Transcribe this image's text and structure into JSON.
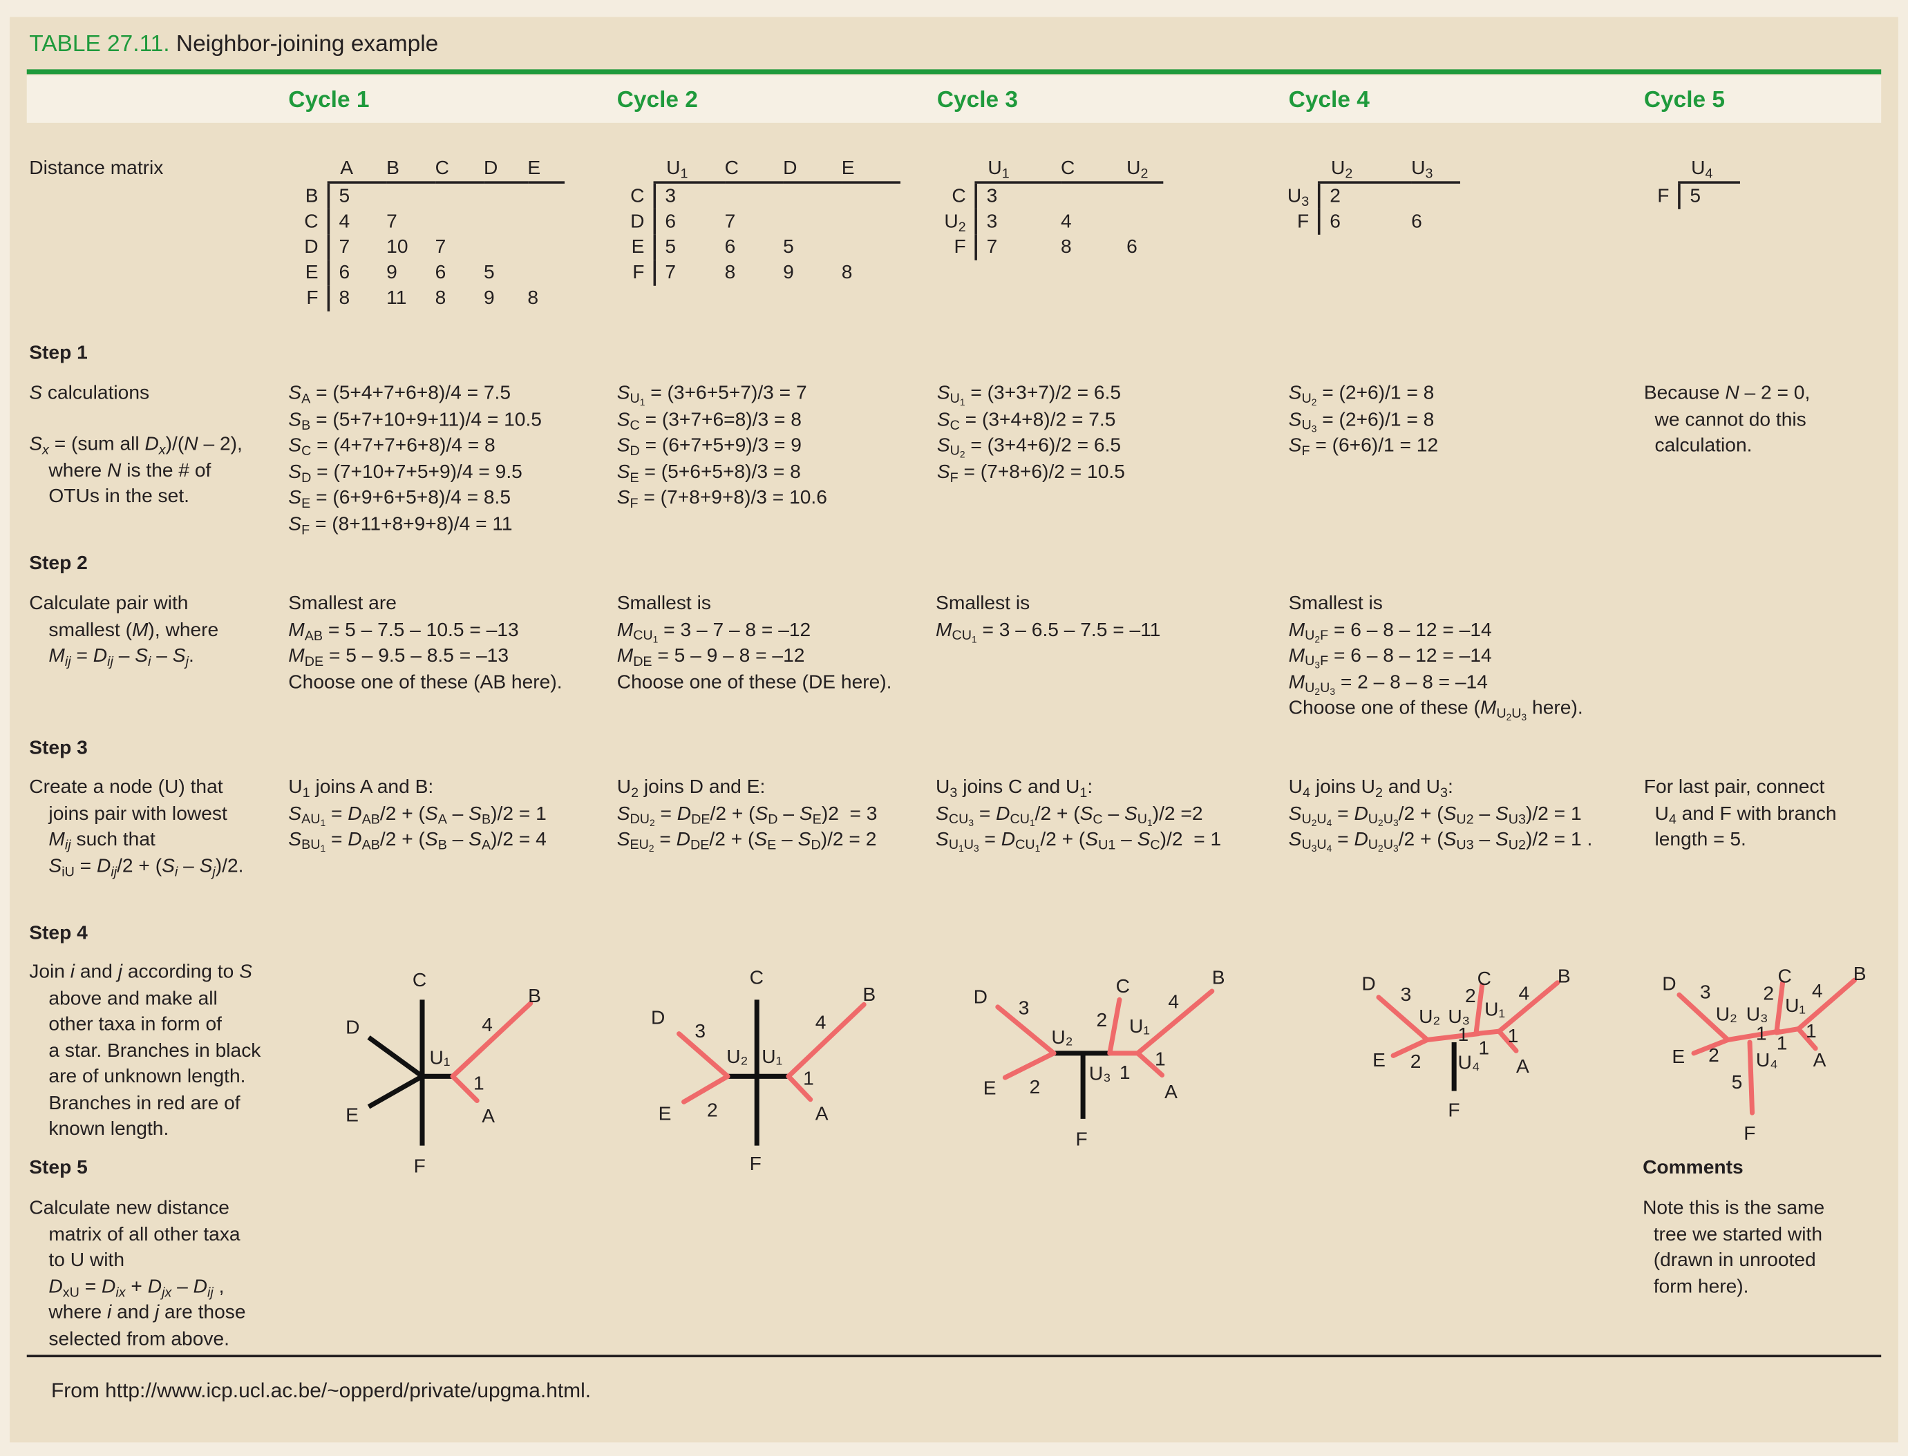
{
  "title": {
    "number": "TABLE 27.11.",
    "text": "Neighbor-joining example"
  },
  "cycles": [
    "Cycle 1",
    "Cycle 2",
    "Cycle 3",
    "Cycle 4",
    "Cycle 5"
  ],
  "rows": {
    "distance_matrix": "Distance matrix",
    "step1": "Step 1",
    "step1_text": "<i>S</i> calculations",
    "step1_note": [
      "<i>S<sub>x</sub></i> = (sum all <i>D<sub>x</sub></i>)/(<i>N</i> – 2),",
      "where <i>N</i> is the # of",
      "OTUs in the set."
    ],
    "step2": "Step 2",
    "step2_text": [
      "Calculate pair with",
      "smallest (<i>M</i>), where",
      "<i>M<sub>ij</sub></i> = <i>D<sub>ij</sub></i> – <i>S<sub>i</sub></i> – <i>S<sub>j</sub></i>."
    ],
    "step3": "Step 3",
    "step3_text": [
      "Create a node (U) that",
      "joins pair with lowest",
      "<i>M<sub>ij</sub></i> such that",
      "<i>S</i><sub>iU</sub> = <i>D<sub>ij</sub></i>/2 + (<i>S<sub>i</sub></i> – <i>S<sub>j</sub></i>)/2."
    ],
    "step4": "Step 4",
    "step4_text": [
      "Join <i>i</i> and <i>j</i> according to <i>S</i>",
      "above and make all",
      "other taxa in form of",
      "a star. Branches in black",
      "are of unknown length.",
      "Branches in red are of",
      "known length."
    ],
    "step5": "Step 5",
    "step5_text": [
      "Calculate new distance",
      "matrix of all other taxa",
      "to U with",
      "<i>D</i><sub>xU</sub> = <i>D<sub>ix</sub></i> + <i>D<sub>jx</sub></i> – <i>D<sub>ij</sub></i> ,",
      "where <i>i</i> and <i>j</i> are those",
      "selected from above."
    ]
  },
  "matrices": [
    {
      "cols": [
        "A",
        "B",
        "C",
        "D",
        "E"
      ],
      "rows": [
        [
          "B",
          "5"
        ],
        [
          "C",
          "4",
          "7"
        ],
        [
          "D",
          "7",
          "10",
          "7"
        ],
        [
          "E",
          "6",
          "9",
          "6",
          "5"
        ],
        [
          "F",
          "8",
          "11",
          "8",
          "9",
          "8"
        ]
      ]
    },
    {
      "cols": [
        "U<sub>1</sub>",
        "C",
        "D",
        "E"
      ],
      "rows": [
        [
          "C",
          "3"
        ],
        [
          "D",
          "6",
          "7"
        ],
        [
          "E",
          "5",
          "6",
          "5"
        ],
        [
          "F",
          "7",
          "8",
          "9",
          "8"
        ]
      ]
    },
    {
      "cols": [
        "U<sub>1</sub>",
        "C",
        "U<sub>2</sub>"
      ],
      "rows": [
        [
          "C",
          "3"
        ],
        [
          "U<sub>2</sub>",
          "3",
          "4"
        ],
        [
          "F",
          "7",
          "8",
          "6"
        ]
      ]
    },
    {
      "cols": [
        "U<sub>2</sub>",
        "U<sub>3</sub>"
      ],
      "rows": [
        [
          "U<sub>3</sub>",
          "2"
        ],
        [
          "F",
          "6",
          "6"
        ]
      ]
    },
    {
      "cols": [
        "U<sub>4</sub>"
      ],
      "rows": [
        [
          "F",
          "5"
        ]
      ]
    }
  ],
  "step1": [
    [
      "<i>S</i><sub>A</sub> = (5+4+7+6+8)/4 = 7.5",
      "<i>S</i><sub>B</sub> = (5+7+10+9+11)/4 = 10.5",
      "<i>S</i><sub>C</sub> = (4+7+7+6+8)/4 = 8",
      "<i>S</i><sub>D</sub> = (7+10+7+5+9)/4 = 9.5",
      "<i>S</i><sub>E</sub> = (6+9+6+5+8)/4 = 8.5",
      "<i>S</i><sub>F</sub> = (8+11+8+9+8)/4 = 11"
    ],
    [
      "<i>S</i><sub>U<sub>1</sub></sub> = (3+6+5+7)/3 = 7",
      "<i>S</i><sub>C</sub> = (3+7+6=8)/3 = 8",
      "<i>S</i><sub>D</sub> = (6+7+5+9)/3 = 9",
      "<i>S</i><sub>E</sub> = (5+6+5+8)/3 = 8",
      "<i>S</i><sub>F</sub> = (7+8+9+8)/3 = 10.6"
    ],
    [
      "<i>S</i><sub>U<sub>1</sub></sub> = (3+3+7)/2 = 6.5",
      "<i>S</i><sub>C</sub> = (3+4+8)/2 = 7.5",
      "<i>S</i><sub>U<sub>2</sub></sub> = (3+4+6)/2 = 6.5",
      "<i>S</i><sub>F</sub> = (7+8+6)/2 = 10.5"
    ],
    [
      "<i>S</i><sub>U<sub>2</sub></sub> = (2+6)/1 = 8",
      "<i>S</i><sub>U<sub>3</sub></sub> = (2+6)/1 = 8",
      "<i>S</i><sub>F</sub> =  (6+6)/1 = 12"
    ],
    [
      "Because <i>N</i> – 2 = 0,",
      "&nbsp;&nbsp;we cannot do this",
      "&nbsp;&nbsp;calculation."
    ]
  ],
  "step2": [
    [
      "Smallest are",
      "<i>M</i><sub>AB</sub> = 5 – 7.5 – 10.5 = –13",
      "<i>M</i><sub>DE</sub> = 5 – 9.5 – 8.5 = –13",
      "Choose one of these (AB here)."
    ],
    [
      "Smallest is",
      "<i>M</i><sub>CU<sub>1</sub></sub> = 3 – 7 – 8 = –12",
      "<i>M</i><sub>DE</sub> = 5 – 9 – 8 = –12",
      "Choose one of these (DE here)."
    ],
    [
      "Smallest is",
      "<i>M</i><sub>CU<sub>1</sub></sub> = 3 – 6.5 – 7.5 = –11"
    ],
    [
      "Smallest is",
      "<i>M</i><sub>U<sub>2</sub>F</sub> = 6 – 8 – 12 = –14",
      "<i>M</i><sub>U<sub>3</sub>F</sub> = 6 – 8 – 12 = –14",
      "<i>M</i><sub>U<sub>2</sub>U<sub>3</sub></sub> = 2 – 8 – 8 = –14",
      "Choose one of these (<i>M</i><sub>U<sub>2</sub>U<sub>3</sub></sub> here)."
    ]
  ],
  "step3": [
    [
      "U<sub>1</sub> joins A and B:",
      "<i>S</i><sub>AU<sub>1</sub></sub> = <i>D</i><sub>AB</sub>/2 + (<i>S</i><sub>A</sub> – <i>S</i><sub>B</sub>)/2 = 1",
      "<i>S</i><sub>BU<sub>1</sub></sub> = <i>D</i><sub>AB</sub>/2 + (<i>S</i><sub>B</sub> – <i>S</i><sub>A</sub>)/2 = 4"
    ],
    [
      "U<sub>2</sub> joins D and E:",
      "<i>S</i><sub>DU<sub>2</sub></sub> = <i>D</i><sub>DE</sub>/2 + (<i>S</i><sub>D</sub> – <i>S</i><sub>E</sub>)2 &nbsp;= 3",
      "<i>S</i><sub>EU<sub>2</sub></sub> = <i>D</i><sub>DE</sub>/2 + (<i>S</i><sub>E</sub> – <i>S</i><sub>D</sub>)/2 = 2"
    ],
    [
      "U<sub>3</sub> joins C and U<sub>1</sub>:",
      "<i>S</i><sub>CU<sub>3</sub></sub> = <i>D</i><sub>CU<sub>1</sub></sub>/2 + (<i>S</i><sub>C</sub> – <i>S</i><sub>U<sub>1</sub></sub>)/2 =2",
      "<i>S</i><sub>U<sub>1</sub>U<sub>3</sub></sub> = <i>D</i><sub>CU<sub>1</sub></sub>/2 + (<i>S</i><sub>U1</sub> – <i>S</i><sub>C</sub>)/2 &nbsp;= 1"
    ],
    [
      "U<sub>4</sub> joins U<sub>2</sub> and U<sub>3</sub>:",
      "<i>S</i><sub>U<sub>2</sub>U<sub>4</sub></sub> = <i>D</i><sub>U<sub>2</sub>U<sub>3</sub></sub>/2 + (<i>S</i><sub>U2</sub> – <i>S</i><sub>U3</sub>)/2 = 1",
      "<i>S</i><sub>U<sub>3</sub>U<sub>4</sub></sub> = <i>D</i><sub>U<sub>2</sub>U<sub>3</sub></sub>/2 + (<i>S</i><sub>U3</sub> – <i>S</i><sub>U2</sub>)/2 = 1 ."
    ],
    [
      "For last pair, connect",
      "&nbsp;&nbsp;U<sub>4</sub> and F with branch",
      "&nbsp;&nbsp;length = 5."
    ]
  ],
  "trees": {
    "t1": {
      "C": "C",
      "F": "F",
      "D": "D",
      "E": "E",
      "B": "B",
      "A": "A",
      "U1": "U₁",
      "l4": "4",
      "l1": "1"
    },
    "t2": {
      "C": "C",
      "F": "F",
      "D": "D",
      "E": "E",
      "B": "B",
      "A": "A",
      "U1": "U₁",
      "U2": "U₂",
      "l3": "3",
      "l2": "2",
      "l4": "4",
      "l1": "1"
    },
    "t3": {
      "C": "C",
      "F": "F",
      "D": "D",
      "E": "E",
      "B": "B",
      "A": "A",
      "U1": "U₁",
      "U2": "U₂",
      "U3": "U₃",
      "l3": "3",
      "l2": "2",
      "lc": "2",
      "l4": "4",
      "l1": "1",
      "lu": "1"
    },
    "t4": {
      "C": "C",
      "F": "F",
      "D": "D",
      "E": "E",
      "B": "B",
      "A": "A",
      "U1": "U₁",
      "U2": "U₂",
      "U3": "U₃",
      "U4": "U₄",
      "l3": "3",
      "l2": "2",
      "lc": "2",
      "l4": "4",
      "l1": "1",
      "lu": "1",
      "lv": "1"
    },
    "t5": {
      "C": "C",
      "F": "F",
      "D": "D",
      "E": "E",
      "B": "B",
      "A": "A",
      "U1": "U₁",
      "U2": "U₂",
      "U3": "U₃",
      "U4": "U₄",
      "l3": "3",
      "l2": "2",
      "lc": "2",
      "l4": "4",
      "l1": "1",
      "lu": "1",
      "lv": "1",
      "l5": "5"
    }
  },
  "comments": {
    "heading": "Comments",
    "lines": [
      "Note this is the same",
      "&nbsp;&nbsp;tree we started with",
      "&nbsp;&nbsp;(drawn in unrooted",
      "&nbsp;&nbsp;form here)."
    ]
  },
  "footer": "From http://www.icp.ucl.ac.be/~opperd/private/upgma.html."
}
